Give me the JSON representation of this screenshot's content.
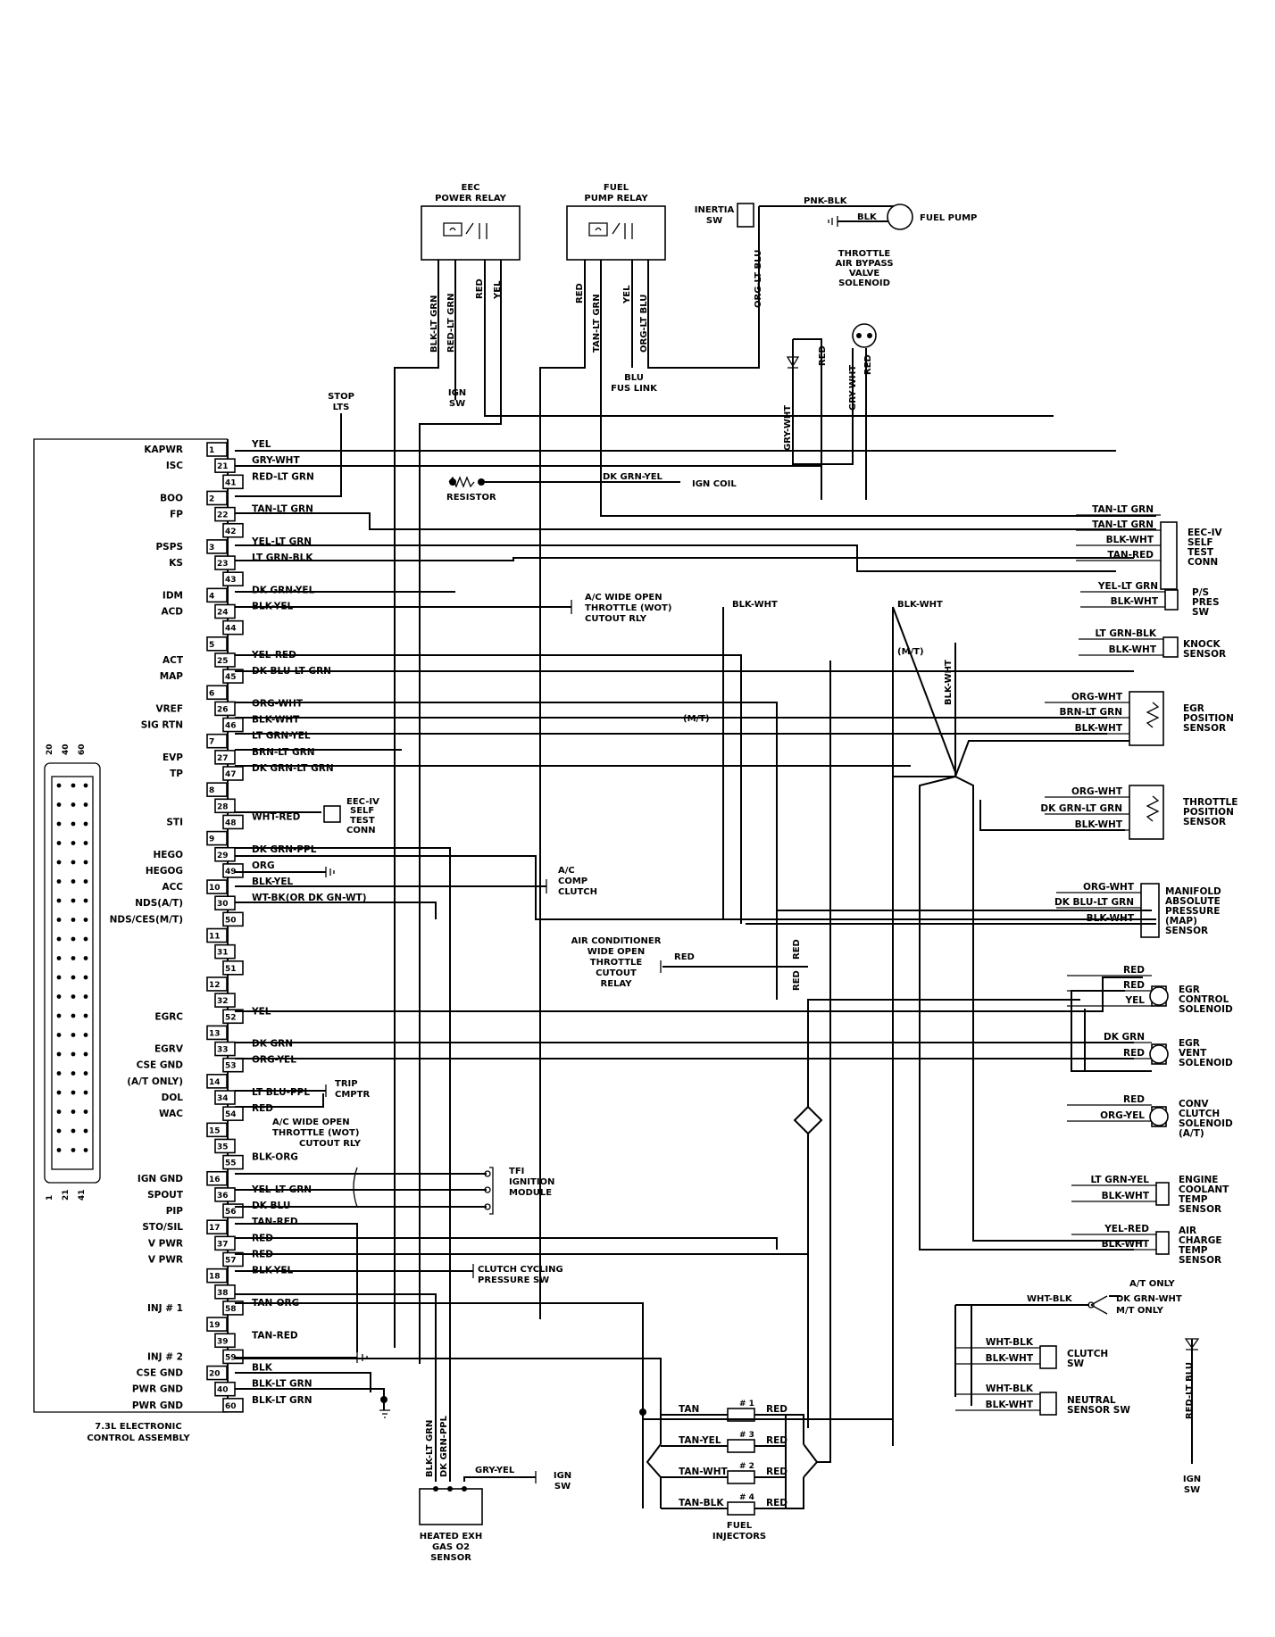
{
  "ecu": {
    "caption_lines": [
      "7.3L ELECTRONIC",
      "CONTROL ASSEMBLY"
    ],
    "rows": [
      {
        "pin": "1",
        "label": "KAPWR",
        "wire": "YEL"
      },
      {
        "pin": "21",
        "label": "ISC",
        "wire": "GRY-WHT"
      },
      {
        "pin": "41",
        "label": "",
        "wire": "RED-LT GRN"
      },
      {
        "pin": "2",
        "label": "BOO",
        "wire": ""
      },
      {
        "pin": "22",
        "label": "FP",
        "wire": "TAN-LT GRN"
      },
      {
        "pin": "42",
        "label": "",
        "wire": ""
      },
      {
        "pin": "3",
        "label": "PSPS",
        "wire": "YEL-LT GRN"
      },
      {
        "pin": "23",
        "label": "KS",
        "wire": "LT GRN-BLK"
      },
      {
        "pin": "43",
        "label": "",
        "wire": ""
      },
      {
        "pin": "4",
        "label": "IDM",
        "wire": "DK GRN-YEL"
      },
      {
        "pin": "24",
        "label": "ACD",
        "wire": "BLK-YEL"
      },
      {
        "pin": "44",
        "label": "",
        "wire": ""
      },
      {
        "pin": "5",
        "label": "",
        "wire": ""
      },
      {
        "pin": "25",
        "label": "ACT",
        "wire": "YEL-RED"
      },
      {
        "pin": "45",
        "label": "MAP",
        "wire": "DK BLU-LT GRN"
      },
      {
        "pin": "6",
        "label": "",
        "wire": ""
      },
      {
        "pin": "26",
        "label": "VREF",
        "wire": "ORG-WHT"
      },
      {
        "pin": "46",
        "label": "SIG RTN",
        "wire": "BLK-WHT"
      },
      {
        "pin": "7",
        "label": "",
        "wire": "LT GRN-YEL"
      },
      {
        "pin": "27",
        "label": "EVP",
        "wire": "BRN-LT GRN"
      },
      {
        "pin": "47",
        "label": "TP",
        "wire": "DK GRN-LT GRN"
      },
      {
        "pin": "8",
        "label": "",
        "wire": ""
      },
      {
        "pin": "28",
        "label": "",
        "wire": ""
      },
      {
        "pin": "48",
        "label": "STI",
        "wire": "WHT-RED"
      },
      {
        "pin": "9",
        "label": "",
        "wire": ""
      },
      {
        "pin": "29",
        "label": "HEGO",
        "wire": "DK GRN-PPL"
      },
      {
        "pin": "49",
        "label": "HEGOG",
        "wire": "ORG"
      },
      {
        "pin": "10",
        "label": "ACC",
        "wire": "BLK-YEL"
      },
      {
        "pin": "30",
        "label": "NDS(A/T)",
        "wire": "WT-BK(OR DK GN-WT)"
      },
      {
        "pin": "50",
        "label": "NDS/CES(M/T)",
        "wire": ""
      },
      {
        "pin": "11",
        "label": "",
        "wire": ""
      },
      {
        "pin": "31",
        "label": "",
        "wire": ""
      },
      {
        "pin": "51",
        "label": "",
        "wire": ""
      },
      {
        "pin": "12",
        "label": "",
        "wire": ""
      },
      {
        "pin": "32",
        "label": "",
        "wire": ""
      },
      {
        "pin": "52",
        "label": "EGRC",
        "wire": "YEL"
      },
      {
        "pin": "13",
        "label": "",
        "wire": ""
      },
      {
        "pin": "33",
        "label": "EGRV",
        "wire": "DK GRN"
      },
      {
        "pin": "53",
        "label": "CSE GND",
        "wire": "ORG-YEL"
      },
      {
        "pin": "14",
        "label": "(A/T ONLY)",
        "wire": ""
      },
      {
        "pin": "34",
        "label": "DOL",
        "wire": "LT BLU-PPL"
      },
      {
        "pin": "54",
        "label": "WAC",
        "wire": "RED"
      },
      {
        "pin": "15",
        "label": "",
        "wire": ""
      },
      {
        "pin": "35",
        "label": "",
        "wire": ""
      },
      {
        "pin": "55",
        "label": "",
        "wire": "BLK-ORG"
      },
      {
        "pin": "16",
        "label": "IGN GND",
        "wire": ""
      },
      {
        "pin": "36",
        "label": "SPOUT",
        "wire": "YEL-LT GRN"
      },
      {
        "pin": "56",
        "label": "PIP",
        "wire": "DK BLU"
      },
      {
        "pin": "17",
        "label": "STO/SIL",
        "wire": "TAN-RED"
      },
      {
        "pin": "37",
        "label": "V PWR",
        "wire": "RED"
      },
      {
        "pin": "57",
        "label": "V PWR",
        "wire": "RED"
      },
      {
        "pin": "18",
        "label": "",
        "wire": "BLK-YEL"
      },
      {
        "pin": "38",
        "label": "",
        "wire": ""
      },
      {
        "pin": "58",
        "label": "INJ # 1",
        "wire": "TAN-ORG"
      },
      {
        "pin": "19",
        "label": "",
        "wire": ""
      },
      {
        "pin": "39",
        "label": "",
        "wire": "TAN-RED"
      },
      {
        "pin": "59",
        "label": "INJ # 2",
        "wire": ""
      },
      {
        "pin": "20",
        "label": "CSE GND",
        "wire": "BLK"
      },
      {
        "pin": "40",
        "label": "PWR GND",
        "wire": "BLK-LT GRN"
      },
      {
        "pin": "60",
        "label": "PWR GND",
        "wire": "BLK-LT GRN"
      }
    ],
    "connector_numbers": [
      "20",
      "40",
      "60",
      "1",
      "21",
      "41"
    ]
  },
  "top": {
    "eec_relay": [
      "EEC",
      "POWER RELAY"
    ],
    "eec_relay_wires": [
      "BLK-LT GRN",
      "RED-LT GRN",
      "RED",
      "YEL"
    ],
    "fuel_relay": [
      "FUEL",
      "PUMP RELAY"
    ],
    "fuel_relay_wires": [
      "RED",
      "TAN-LT GRN",
      "YEL",
      "ORG-LT BLU"
    ],
    "inertia": [
      "INERTIA",
      "SW"
    ],
    "pnk_blk": "PNK-BLK",
    "blk": "BLK",
    "fuel_pump": "FUEL PUMP",
    "org_lt_blu": "ORG-LT BLU",
    "throttle_bypass": [
      "THROTTLE",
      "AIR BYPASS",
      "VALVE",
      "SOLENOID"
    ],
    "gry_wht": "GRY-WHT",
    "red": "RED",
    "ign_sw": [
      "IGN",
      "SW"
    ],
    "blu_fus": [
      "BLU",
      "FUS LINK"
    ],
    "stop_lts": [
      "STOP",
      "LTS"
    ],
    "resistor": "RESISTOR",
    "dk_grn_yel": "DK GRN-YEL",
    "ign_coil": "IGN COIL"
  },
  "right": {
    "self_test_wires": [
      "TAN-LT GRN",
      "TAN-LT GRN",
      "BLK-WHT",
      "TAN-RED"
    ],
    "self_test_conn": [
      "EEC-IV",
      "SELF",
      "TEST",
      "CONN"
    ],
    "ps_wires": [
      "YEL-LT GRN",
      "BLK-WHT"
    ],
    "ps_sw": [
      "P/S",
      "PRES",
      "SW"
    ],
    "knock_wires": [
      "LT GRN-BLK",
      "BLK-WHT"
    ],
    "knock": [
      "KNOCK",
      "SENSOR"
    ],
    "egr_pos_wires": [
      "ORG-WHT",
      "BRN-LT GRN",
      "BLK-WHT"
    ],
    "egr_pos": [
      "EGR",
      "POSITION",
      "SENSOR"
    ],
    "tps_wires": [
      "ORG-WHT",
      "DK GRN-LT GRN",
      "BLK-WHT"
    ],
    "tps": [
      "THROTTLE",
      "POSITION",
      "SENSOR"
    ],
    "map_wires": [
      "ORG-WHT",
      "DK BLU-LT GRN",
      "BLK-WHT"
    ],
    "map": [
      "MANIFOLD",
      "ABSOLUTE",
      "PRESSURE",
      "(MAP)",
      "SENSOR"
    ],
    "egr_ctrl_wires": [
      "RED",
      "RED",
      "YEL"
    ],
    "egr_ctrl": [
      "EGR",
      "CONTROL",
      "SOLENOID"
    ],
    "egr_vent_wires": [
      "DK GRN",
      "RED"
    ],
    "egr_vent": [
      "EGR",
      "VENT",
      "SOLENOID"
    ],
    "conv_wires": [
      "RED",
      "ORG-YEL"
    ],
    "conv": [
      "CONV",
      "CLUTCH",
      "SOLENOID",
      "(A/T)"
    ],
    "ect_wires": [
      "LT GRN-YEL",
      "BLK-WHT"
    ],
    "ect": [
      "ENGINE",
      "COOLANT",
      "TEMP",
      "SENSOR"
    ],
    "act_wires": [
      "YEL-RED",
      "BLK-WHT"
    ],
    "act": [
      "AIR",
      "CHARGE",
      "TEMP",
      "SENSOR"
    ],
    "at_only": "A/T ONLY",
    "mt_only": "M/T ONLY",
    "wht_blk": "WHT-BLK",
    "dk_grn_wht": "DK GRN-WHT",
    "clutch_wires": [
      "WHT-BLK",
      "BLK-WHT"
    ],
    "clutch": [
      "CLUTCH",
      "SW"
    ],
    "neutral_wires": [
      "WHT-BLK",
      "BLK-WHT"
    ],
    "neutral": [
      "NEUTRAL",
      "SENSOR SW"
    ],
    "red_lt_blu": "RED-LT BLU",
    "ign_sw": [
      "IGN",
      "SW"
    ]
  },
  "middle": {
    "ac_wot_relay": [
      "A/C WIDE OPEN",
      "THROTTLE (WOT)",
      "CUTOUT RLY"
    ],
    "blk_wht": "BLK-WHT",
    "blk_wht2": "BLK-WHT",
    "mt": "(M/T)",
    "mt2": "(M/T)",
    "blk_wht_v": "BLK-WHT",
    "eec_self_test": [
      "EEC-IV",
      "SELF",
      "TEST",
      "CONN"
    ],
    "ac_comp": [
      "A/C",
      "COMP",
      "CLUTCH"
    ],
    "ac_wot_relay2": [
      "AIR CONDITIONER",
      "WIDE OPEN",
      "THROTTLE",
      "CUTOUT",
      "RELAY"
    ],
    "red": "RED",
    "red_v1": "RED",
    "red_v2": "RED",
    "trip": [
      "TRIP",
      "CMPTR"
    ],
    "ac_wot_relay3": [
      "A/C WIDE OPEN",
      "THROTTLE (WOT)",
      "CUTOUT RLY"
    ],
    "tfi": [
      "TFI",
      "IGNITION",
      "MODULE"
    ],
    "clutch_cycling": [
      "CLUTCH CYCLING",
      "PRESSURE SW"
    ],
    "inj": [
      {
        "num": "# 1",
        "left": "TAN",
        "right": "RED"
      },
      {
        "num": "# 3",
        "left": "TAN-YEL",
        "right": "RED"
      },
      {
        "num": "# 2",
        "left": "TAN-WHT",
        "right": "RED"
      },
      {
        "num": "# 4",
        "left": "TAN-BLK",
        "right": "RED"
      }
    ],
    "fuel_injectors": [
      "FUEL",
      "INJECTORS"
    ],
    "hego_wires": [
      "BLK-LT GRN",
      "DK GRN-PPL"
    ],
    "gry_yel": "GRY-YEL",
    "ign_sw": [
      "IGN",
      "SW"
    ],
    "hego": [
      "HEATED EXH",
      "GAS O2",
      "SENSOR"
    ]
  }
}
